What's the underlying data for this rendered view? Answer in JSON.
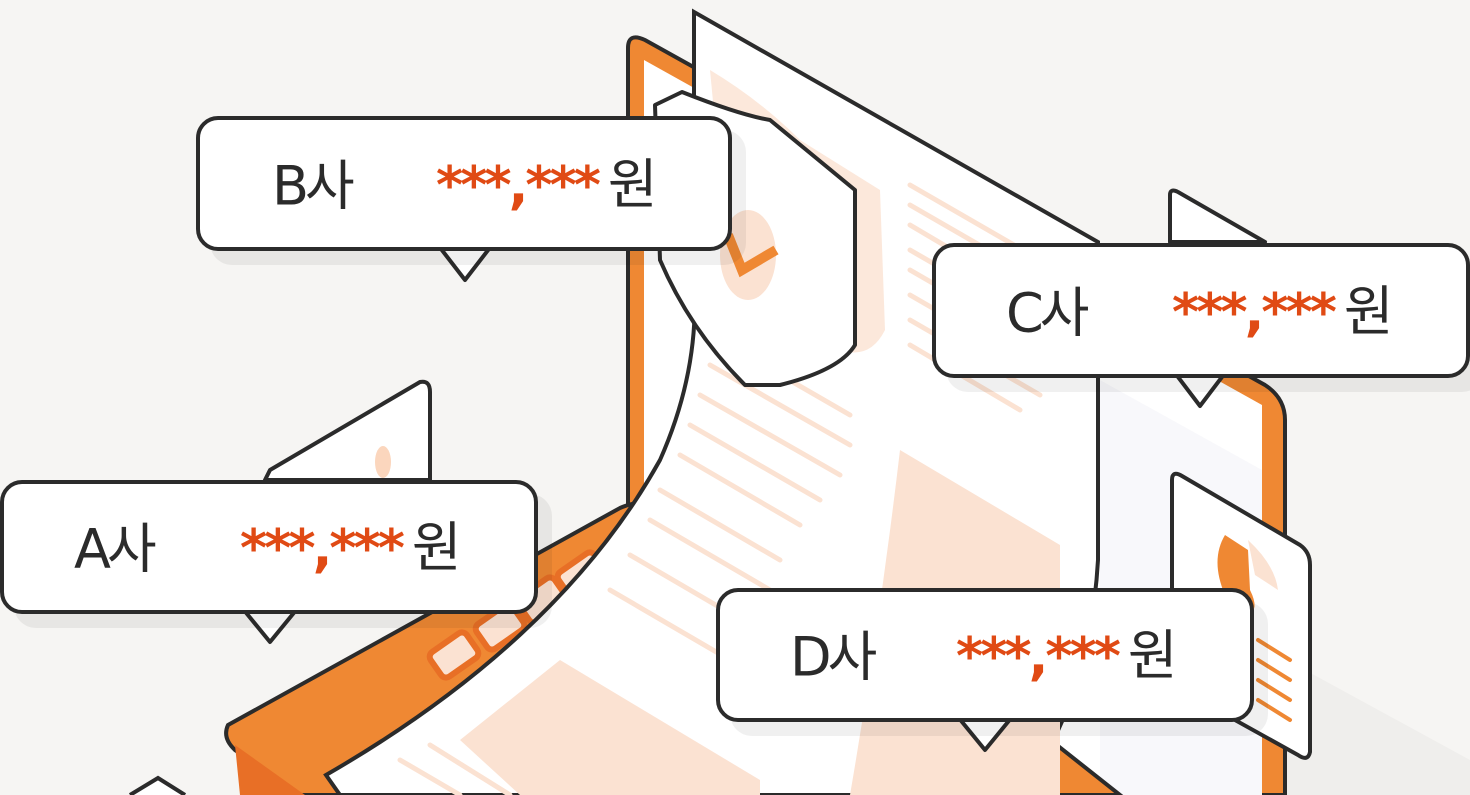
{
  "illustration": {
    "description": "Isometric laptop with documents and price comparison speech bubbles",
    "colors": {
      "background": "#f6f5f3",
      "accent_orange": "#ef8833",
      "accent_orange_dark": "#e86f26",
      "peach": "#fbe2d2",
      "outline": "#2b2b2b",
      "price_mask": "#e04a14"
    }
  },
  "bubbles": [
    {
      "company": "A사",
      "price_mask": "***,***",
      "unit": "원"
    },
    {
      "company": "B사",
      "price_mask": "***,***",
      "unit": "원"
    },
    {
      "company": "C사",
      "price_mask": "***,***",
      "unit": "원"
    },
    {
      "company": "D사",
      "price_mask": "***,***",
      "unit": "원"
    }
  ]
}
